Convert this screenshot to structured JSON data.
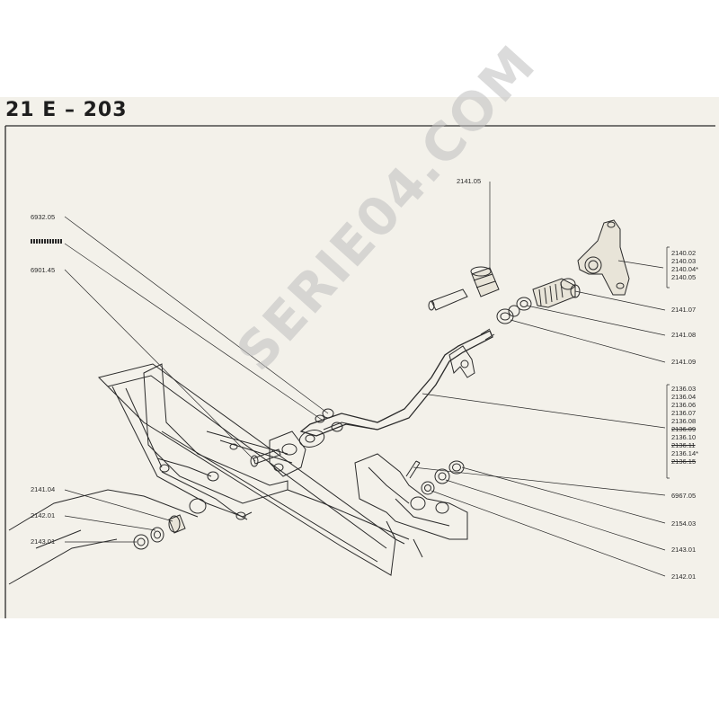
{
  "page_header": {
    "code": "21 E  –  203"
  },
  "watermark": "SERIE04.COM",
  "labels": {
    "p_6932_05": "6932.05",
    "p_6901_45": "6901.45",
    "p_2141_05": "2141.05",
    "p_2141_04": "2141.04",
    "p_2142_01_left": "2142.01",
    "p_2143_01_left": "2143.01",
    "p_2141_07": "2141.07",
    "p_2141_08": "2141.08",
    "p_2141_09": "2141.09",
    "p_6967_05": "6967.05",
    "p_2154_03": "2154.03",
    "p_2143_01_right": "2143.01",
    "p_2142_01_right": "2142.01"
  },
  "group_2140": [
    "2140.02",
    "2140.03",
    "2140.04*",
    "2140.05"
  ],
  "group_2136": [
    {
      "text": "2136.03",
      "struck": false
    },
    {
      "text": "2136.04",
      "struck": false
    },
    {
      "text": "2136.06",
      "struck": false
    },
    {
      "text": "2136.07",
      "struck": false
    },
    {
      "text": "2136.08",
      "struck": false
    },
    {
      "text": "2136.09",
      "struck": true
    },
    {
      "text": "2136.10",
      "struck": false
    },
    {
      "text": "2136.11",
      "struck": true
    },
    {
      "text": "2136.14*",
      "struck": false
    },
    {
      "text": "2136.15",
      "struck": true
    }
  ],
  "colors": {
    "ink": "#2a2a2a",
    "paper": "#f3f1ea",
    "watermark": "#bebebe"
  }
}
